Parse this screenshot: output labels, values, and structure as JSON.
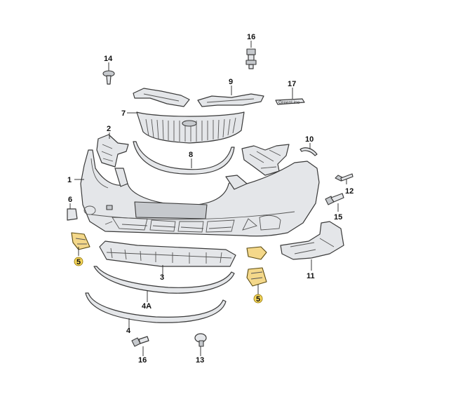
{
  "diagram": {
    "labels": {
      "p1": "1",
      "p2": "2",
      "p4": "4",
      "p4a": "4A",
      "p5_left": "5",
      "p5_right": "5",
      "p3": "3",
      "p6": "6",
      "p7": "7",
      "p8": "8",
      "p9": "9",
      "p10": "10",
      "p11": "11",
      "p12": "12",
      "p13": "13",
      "p14": "14",
      "p15": "15",
      "p16_top": "16",
      "p16_bottom": "16",
      "p17": "17"
    },
    "emblem_text": "GreenLine",
    "colors": {
      "part_fill": "#e4e6e9",
      "outline": "#3a3a3a",
      "highlight_yellow": "#f6d75a"
    }
  }
}
